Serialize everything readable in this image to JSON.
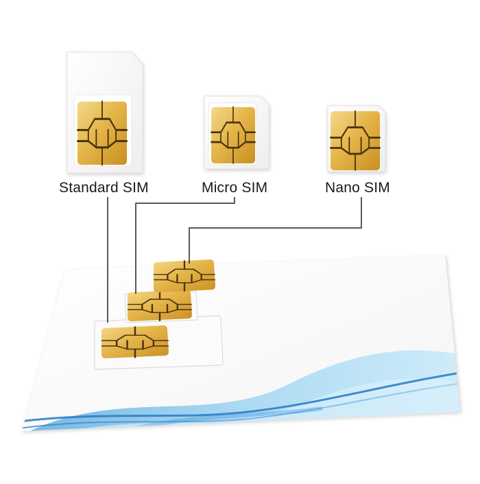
{
  "labels": {
    "standard": "Standard SIM",
    "micro": "Micro SIM",
    "nano": "Nano SIM"
  },
  "colors": {
    "background": "#ffffff",
    "card": "#fdfdfd",
    "chip_gold": "#e6b84d",
    "chip_lines": "#4a3410",
    "wave_blue": "#7ec3ea",
    "connector_lines": "#222222"
  }
}
